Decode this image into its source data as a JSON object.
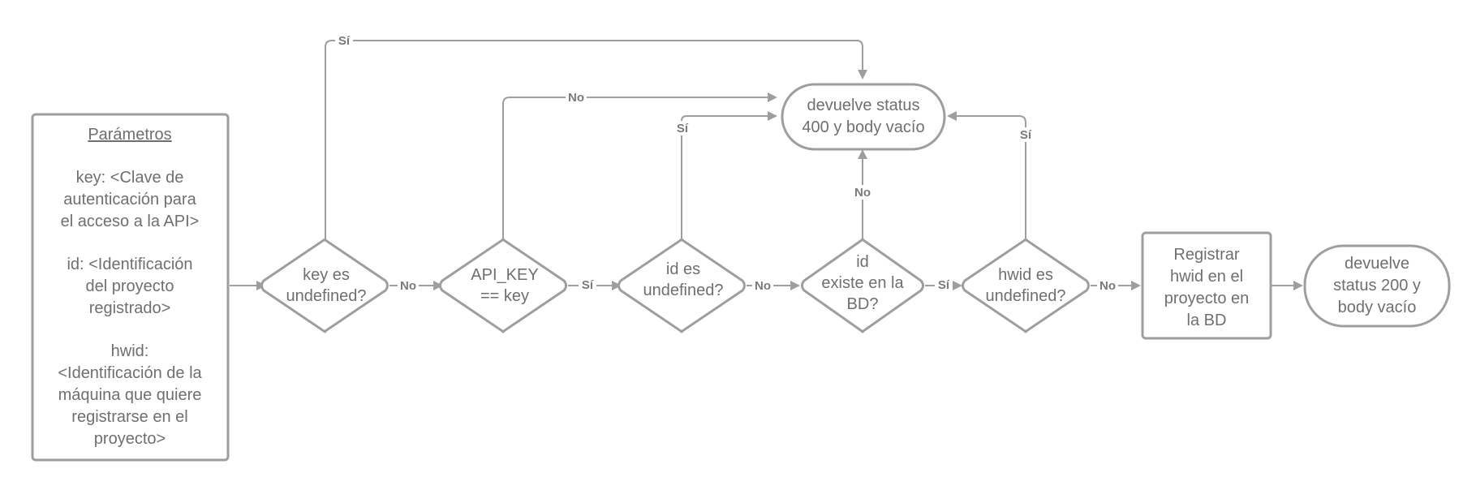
{
  "params": {
    "title": "Parámetros",
    "lines": [
      "key: <Clave de",
      "autenticación para",
      "el acceso a la API>",
      "",
      "id: <Identificación",
      "del proyecto",
      "registrado>",
      "",
      "hwid:",
      "<Identificación de la",
      "máquina que quiere",
      "registrarse en el",
      "proyecto>"
    ]
  },
  "decisions": {
    "key_undefined": [
      "key es",
      "undefined?"
    ],
    "api_key_eq": [
      "API_KEY",
      "== key"
    ],
    "id_undefined": [
      "id es",
      "undefined?"
    ],
    "id_exists": [
      "id",
      "existe en la",
      "BD?"
    ],
    "hwid_undefined": [
      "hwid es",
      "undefined?"
    ]
  },
  "processes": {
    "register": [
      "Registrar",
      "hwid en el",
      "proyecto en",
      "la BD"
    ]
  },
  "terminals": {
    "status_400": [
      "devuelve status",
      "400 y body vacío"
    ],
    "status_200": [
      "devuelve",
      "status 200 y",
      "body vacío"
    ]
  },
  "edge_labels": {
    "yes": "Sí",
    "no": "No"
  }
}
